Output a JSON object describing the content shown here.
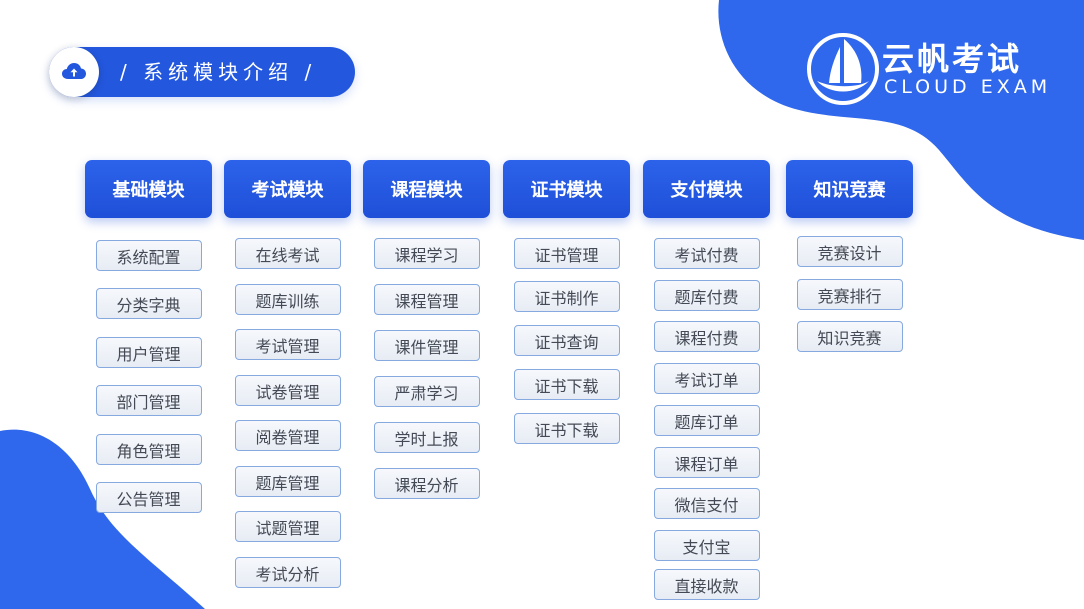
{
  "title": "/ 系统模块介绍 /",
  "logo": {
    "name_cn": "云帆考试",
    "name_en": "CLOUD EXAM"
  },
  "colors": {
    "primary": "#2357de",
    "blob": "#2f68ec",
    "item_border": "#86aadf"
  },
  "icons": {
    "title": "cloud-upload-icon",
    "logo": "sailboat-icon"
  },
  "modules": [
    {
      "title": "基础模块",
      "items": [
        "系统配置",
        "分类字典",
        "用户管理",
        "部门管理",
        "角色管理",
        "公告管理"
      ]
    },
    {
      "title": "考试模块",
      "items": [
        "在线考试",
        "题库训练",
        "考试管理",
        "试卷管理",
        "阅卷管理",
        "题库管理",
        "试题管理",
        "考试分析"
      ]
    },
    {
      "title": "课程模块",
      "items": [
        "课程学习",
        "课程管理",
        "课件管理",
        "严肃学习",
        "学时上报",
        "课程分析"
      ]
    },
    {
      "title": "证书模块",
      "items": [
        "证书管理",
        "证书制作",
        "证书查询",
        "证书下载",
        "证书下载"
      ]
    },
    {
      "title": "支付模块",
      "items": [
        "考试付费",
        "题库付费",
        "课程付费",
        "考试订单",
        "题库订单",
        "课程订单",
        "微信支付",
        "支付宝",
        "直接收款"
      ]
    },
    {
      "title": "知识竞赛",
      "items": [
        "竞赛设计",
        "竞赛排行",
        "知识竞赛"
      ]
    }
  ]
}
